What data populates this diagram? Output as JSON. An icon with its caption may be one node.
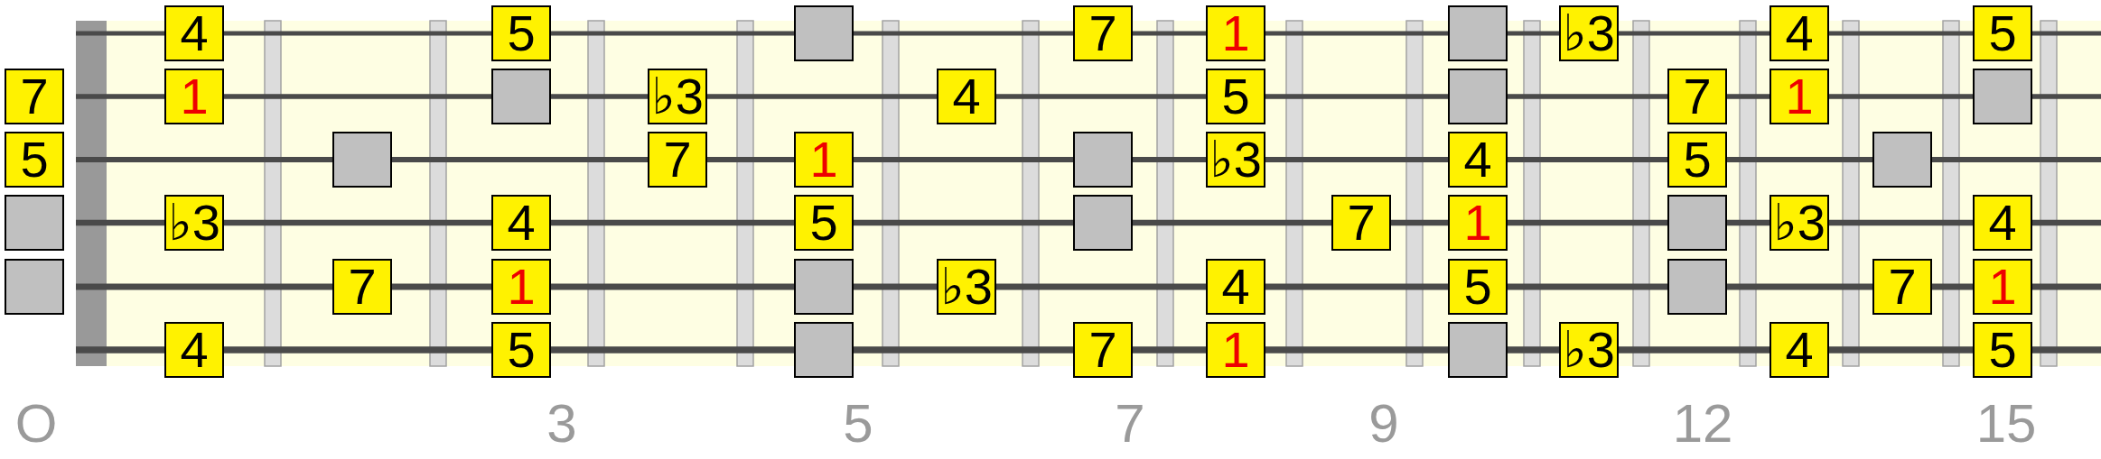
{
  "diagram": {
    "nodes": [
      {
        "text": [
          "4"
        ]
      },
      {
        "text": [
          "5"
        ]
      },
      {
        "text": [],
        "shape": "box"
      },
      {
        "text": [
          "7"
        ]
      },
      {
        "text": [
          "1"
        ]
      },
      {
        "text": [],
        "shape": "box"
      },
      {
        "text": [
          "♭3"
        ]
      },
      {
        "text": [
          "4"
        ]
      },
      {
        "text": [
          "5"
        ]
      },
      {
        "text": [
          "7"
        ]
      },
      {
        "text": [
          "1"
        ]
      },
      {
        "text": [],
        "shape": "box"
      },
      {
        "text": [
          "♭3"
        ]
      },
      {
        "text": [
          "4"
        ]
      },
      {
        "text": [
          "5"
        ]
      },
      {
        "text": [],
        "shape": "box"
      },
      {
        "text": [
          "7"
        ]
      },
      {
        "text": [
          "1"
        ]
      },
      {
        "text": [],
        "shape": "box"
      },
      {
        "text": [
          "5"
        ]
      },
      {
        "text": [],
        "shape": "box"
      },
      {
        "text": [
          "7"
        ]
      },
      {
        "text": [
          "1"
        ]
      },
      {
        "text": [],
        "shape": "box"
      },
      {
        "text": [
          "♭3"
        ]
      },
      {
        "text": [
          "4"
        ]
      },
      {
        "text": [
          "5"
        ]
      },
      {
        "text": [],
        "shape": "box"
      },
      {
        "text": [],
        "shape": "box"
      },
      {
        "text": [
          "♭3"
        ]
      },
      {
        "text": [
          "4"
        ]
      },
      {
        "text": [
          "5"
        ]
      },
      {
        "text": [],
        "shape": "box"
      },
      {
        "text": [
          "7"
        ]
      },
      {
        "text": [
          "1"
        ]
      },
      {
        "text": [],
        "shape": "box"
      },
      {
        "text": [
          "♭3"
        ]
      },
      {
        "text": [
          "4"
        ]
      },
      {
        "text": [],
        "shape": "box"
      },
      {
        "text": [
          "7"
        ]
      },
      {
        "text": [
          "1"
        ]
      },
      {
        "text": [],
        "shape": "box"
      },
      {
        "text": [
          "♭3"
        ]
      },
      {
        "text": [
          "4"
        ]
      },
      {
        "text": [
          "5"
        ]
      },
      {
        "text": [],
        "shape": "box"
      },
      {
        "text": [
          "7"
        ]
      },
      {
        "text": [
          "1"
        ]
      },
      {
        "text": [
          "4"
        ]
      },
      {
        "text": [
          "5"
        ]
      },
      {
        "text": [],
        "shape": "box"
      },
      {
        "text": [
          "7"
        ]
      },
      {
        "text": [
          "1"
        ]
      },
      {
        "text": [],
        "shape": "box"
      },
      {
        "text": [
          "♭3"
        ]
      },
      {
        "text": [
          "4"
        ]
      },
      {
        "text": [
          "5"
        ]
      }
    ],
    "labels": [
      "O",
      "3",
      "5",
      "7",
      "9",
      "12",
      "15"
    ]
  }
}
